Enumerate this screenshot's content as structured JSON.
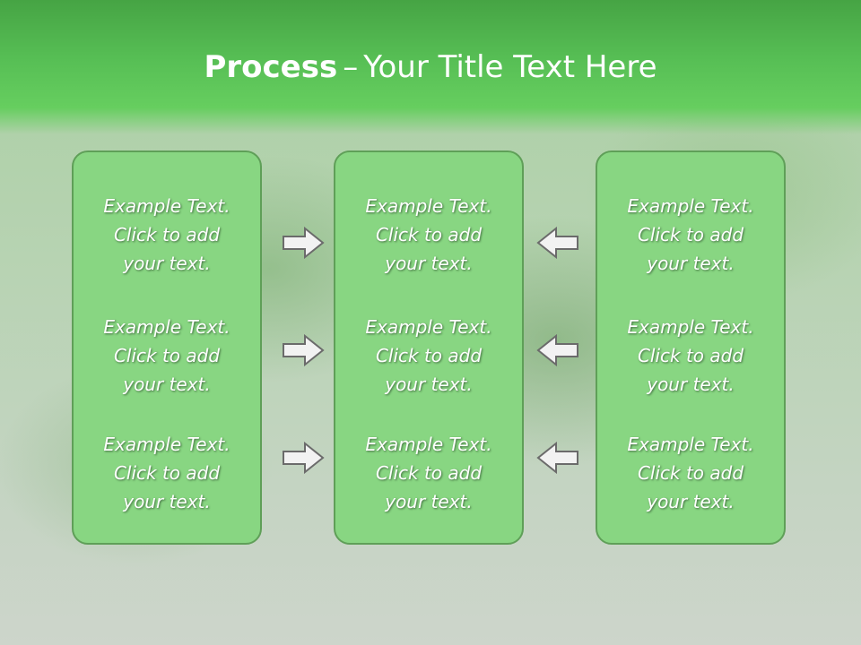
{
  "slide": {
    "title_bold": "Process",
    "title_dash": "–",
    "title_rest": "Your Title Text Here"
  },
  "panels": [
    {
      "texts": [
        "Example Text.\nClick  to add\nyour text.",
        "Example Text.\nClick  to add\nyour text.",
        "Example Text.\nClick  to add\nyour text."
      ]
    },
    {
      "texts": [
        "Example Text.\nClick  to add\nyour text.",
        "Example Text.\nClick  to add\nyour text.",
        "Example Text.\nClick  to add\nyour text."
      ]
    },
    {
      "texts": [
        "Example Text.\nClick  to add\nyour text.",
        "Example Text.\nClick  to add\nyour text.",
        "Example Text.\nClick  to add\nyour text."
      ]
    }
  ],
  "arrows": {
    "left_column_icon": "arrow-right-icon",
    "right_column_icon": "arrow-left-icon"
  },
  "colors": {
    "title_band": "#57bf55",
    "panel_fill": "#88d682",
    "panel_border": "#5f9f58",
    "arrow_fill": "#f2f2f2",
    "arrow_stroke": "#6b6b6b"
  }
}
